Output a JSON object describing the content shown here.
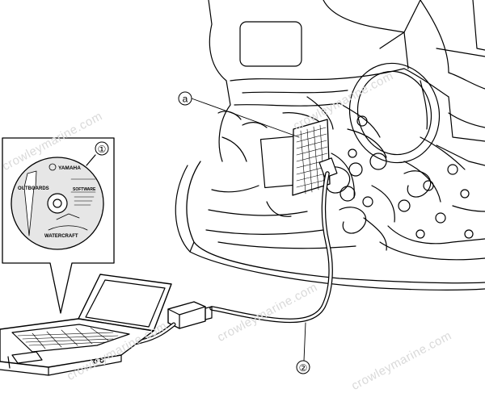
{
  "callouts": {
    "a": "a",
    "one": "①",
    "two": "②"
  },
  "cd_label": {
    "brand": "YAMAHA",
    "outboards": "OUTBOARDS",
    "watercraft": "WATERCRAFT",
    "software": "SOFTWARE"
  },
  "watermark": "crowleymarine.com",
  "colors": {
    "line": "#000000",
    "fill": "#ffffff",
    "shade": "#e6e6e6",
    "watermark": "#d9d9d9"
  }
}
